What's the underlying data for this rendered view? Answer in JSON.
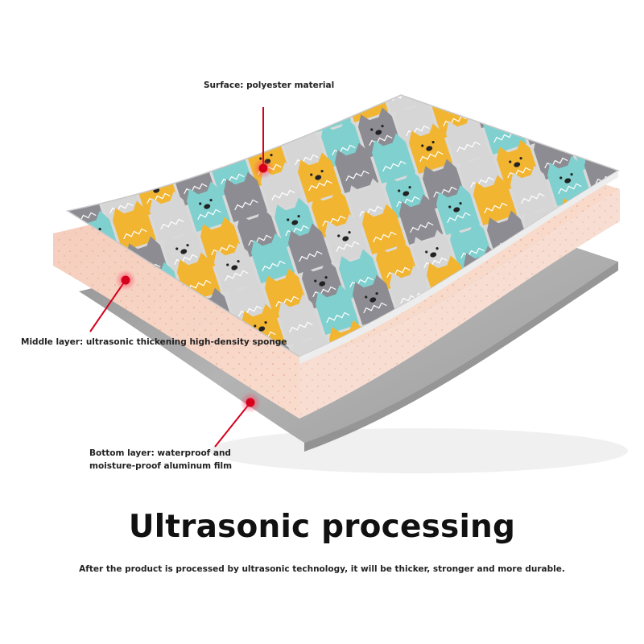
{
  "callouts": {
    "surface": "Surface: polyester material",
    "middle": "Middle layer: ultrasonic thickening high-density sponge",
    "bottom_line1": "Bottom layer: waterproof and",
    "bottom_line2": "moisture-proof aluminum film"
  },
  "headline": "Ultrasonic processing",
  "subline": "After the product is processed by ultrasonic technology, it will be thicker, stronger and more durable.",
  "colors": {
    "marker": "#d6001c",
    "sponge": "#f8d9cc",
    "film": "#9a9a9a",
    "cat_yellow": "#f2b531",
    "cat_teal": "#7fd0cf",
    "cat_gray": "#8c8c92",
    "cat_light": "#d6d6d6"
  }
}
